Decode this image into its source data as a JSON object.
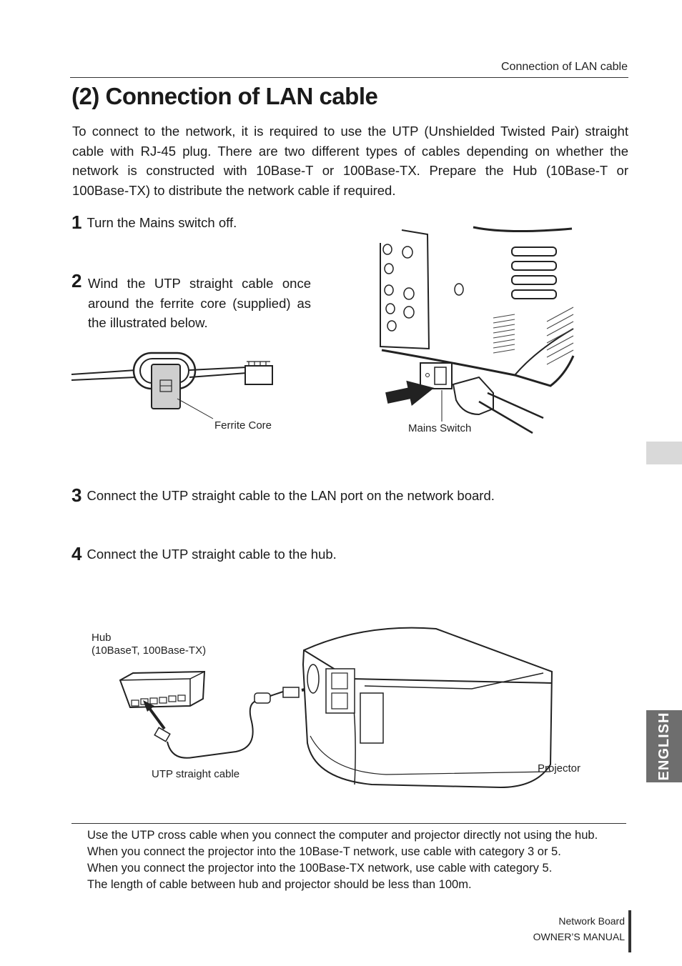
{
  "header": {
    "running_title": "Connection of LAN cable"
  },
  "title": "(2) Connection of LAN cable",
  "intro": "To connect to the network, it is required to use the UTP (Unshielded Twisted Pair) straight cable with RJ-45 plug. There are two different types of cables depending on whether the network is constructed with 10Base-T or 100Base-TX. Prepare the Hub (10Base-T or 100Base-TX) to distribute the network cable if required.",
  "steps": [
    {
      "num": "1",
      "text": "Turn the Mains switch off."
    },
    {
      "num": "2",
      "text": "Wind the UTP straight cable once around the ferrite core (supplied) as the illustrated below."
    },
    {
      "num": "3",
      "text": "Connect the UTP straight cable to the LAN port on the network board."
    },
    {
      "num": "4",
      "text": "Connect the UTP straight cable to the hub."
    }
  ],
  "figures": {
    "ferrite_label": "Ferrite Core",
    "mains_label": "Mains Switch",
    "hub_label_1": "Hub",
    "hub_label_2": "(10BaseT, 100Base-TX)",
    "cable_label": "UTP straight cable",
    "projector_label": "Projector"
  },
  "side_tab": {
    "label": "ENGLISH"
  },
  "notes": [
    "Use the UTP cross cable when you connect the computer and projector directly not using the hub.",
    "When you connect the projector into the 10Base-T network, use cable with category 3 or 5.",
    "When you connect the projector into the 100Base-TX network, use cable with category 5.",
    "The length of cable between hub and projector should be less than 100m."
  ],
  "footer": {
    "line1": "Network Board",
    "line2": "OWNER’S MANUAL"
  }
}
